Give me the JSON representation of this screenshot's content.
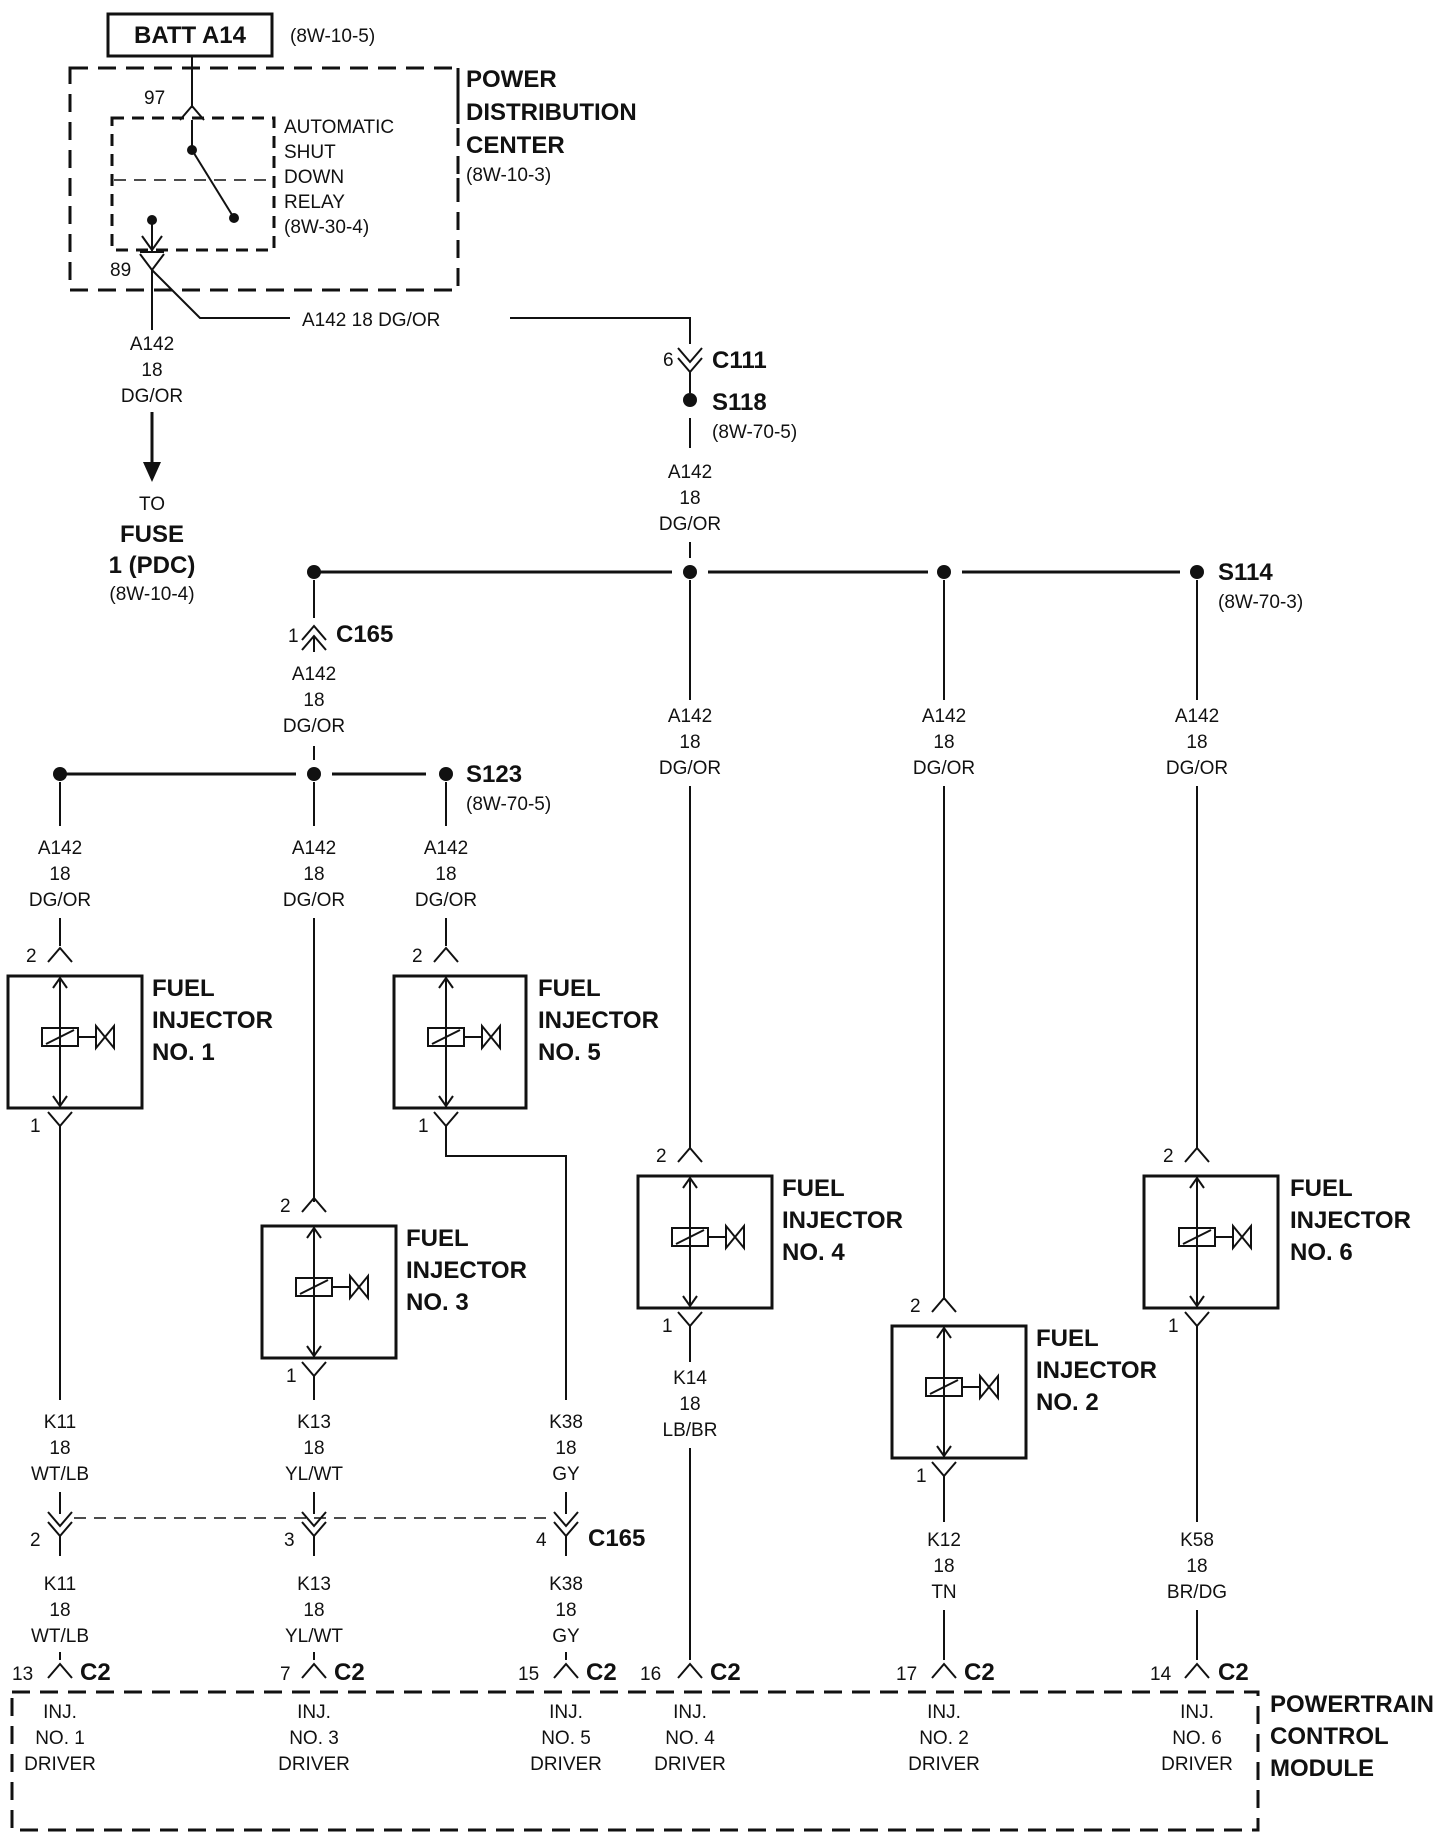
{
  "battery": {
    "label": "BATT A14",
    "ref": "(8W-10-5)"
  },
  "pdc": {
    "title": [
      "POWER",
      "DISTRIBUTION",
      "CENTER"
    ],
    "ref": "(8W-10-3)"
  },
  "asd_relay": {
    "lines": [
      "AUTOMATIC",
      "SHUT",
      "DOWN",
      "RELAY",
      "(8W-30-4)"
    ],
    "pin_in": "97",
    "pin_out": "89"
  },
  "feed_wire": {
    "horizontal_label": "A142    18 DG/OR",
    "left_label": [
      "A142",
      "18",
      "DG/OR"
    ]
  },
  "fuse_dest": {
    "to": "TO",
    "name": [
      "FUSE",
      "1 (PDC)"
    ],
    "ref": "(8W-10-4)"
  },
  "c111": {
    "pin": "6",
    "name": "C111"
  },
  "s118": {
    "name": "S118",
    "ref": "(8W-70-5)"
  },
  "s118_wire": [
    "A142",
    "18",
    "DG/OR"
  ],
  "s114": {
    "name": "S114",
    "ref": "(8W-70-3)"
  },
  "c165_top": {
    "pin": "1",
    "name": "C165"
  },
  "c165_wire": [
    "A142",
    "18",
    "DG/OR"
  ],
  "s123": {
    "name": "S123",
    "ref": "(8W-70-5)"
  },
  "branch_wire": [
    "A142",
    "18",
    "DG/OR"
  ],
  "injectors": [
    {
      "id": "inj1",
      "title": [
        "FUEL",
        "INJECTOR",
        "NO. 1"
      ],
      "pin_top": "2",
      "pin_bottom": "1",
      "out_wire": [
        "K11",
        "18",
        "WT/LB"
      ],
      "c165_pin": "2",
      "pcm_wire": [
        "K11",
        "18",
        "WT/LB"
      ],
      "c2_pin": "13",
      "driver": [
        "INJ.",
        "NO. 1",
        "DRIVER"
      ]
    },
    {
      "id": "inj3",
      "title": [
        "FUEL",
        "INJECTOR",
        "NO. 3"
      ],
      "pin_top": "2",
      "pin_bottom": "1",
      "out_wire": [
        "K13",
        "18",
        "YL/WT"
      ],
      "c165_pin": "3",
      "pcm_wire": [
        "K13",
        "18",
        "YL/WT"
      ],
      "c2_pin": "7",
      "driver": [
        "INJ.",
        "NO. 3",
        "DRIVER"
      ]
    },
    {
      "id": "inj5",
      "title": [
        "FUEL",
        "INJECTOR",
        "NO. 5"
      ],
      "pin_top": "2",
      "pin_bottom": "1",
      "out_wire": [
        "K38",
        "18",
        "GY"
      ],
      "c165_pin": "4",
      "pcm_wire": [
        "K38",
        "18",
        "GY"
      ],
      "c2_pin": "15",
      "driver": [
        "INJ.",
        "NO. 5",
        "DRIVER"
      ]
    },
    {
      "id": "inj4",
      "title": [
        "FUEL",
        "INJECTOR",
        "NO. 4"
      ],
      "pin_top": "2",
      "pin_bottom": "1",
      "out_wire": [
        "K14",
        "18",
        "LB/BR"
      ],
      "c2_pin": "16",
      "driver": [
        "INJ.",
        "NO. 4",
        "DRIVER"
      ]
    },
    {
      "id": "inj2",
      "title": [
        "FUEL",
        "INJECTOR",
        "NO. 2"
      ],
      "pin_top": "2",
      "pin_bottom": "1",
      "out_wire": [
        "K12",
        "18",
        "TN"
      ],
      "c2_pin": "17",
      "driver": [
        "INJ.",
        "NO. 2",
        "DRIVER"
      ]
    },
    {
      "id": "inj6",
      "title": [
        "FUEL",
        "INJECTOR",
        "NO. 6"
      ],
      "pin_top": "2",
      "pin_bottom": "1",
      "out_wire": [
        "K58",
        "18",
        "BR/DG"
      ],
      "c2_pin": "14",
      "driver": [
        "INJ.",
        "NO. 6",
        "DRIVER"
      ]
    }
  ],
  "c165_bottom": {
    "name": "C165"
  },
  "c2": {
    "name": "C2"
  },
  "pcm": {
    "title": [
      "POWERTRAIN",
      "CONTROL",
      "MODULE"
    ]
  }
}
